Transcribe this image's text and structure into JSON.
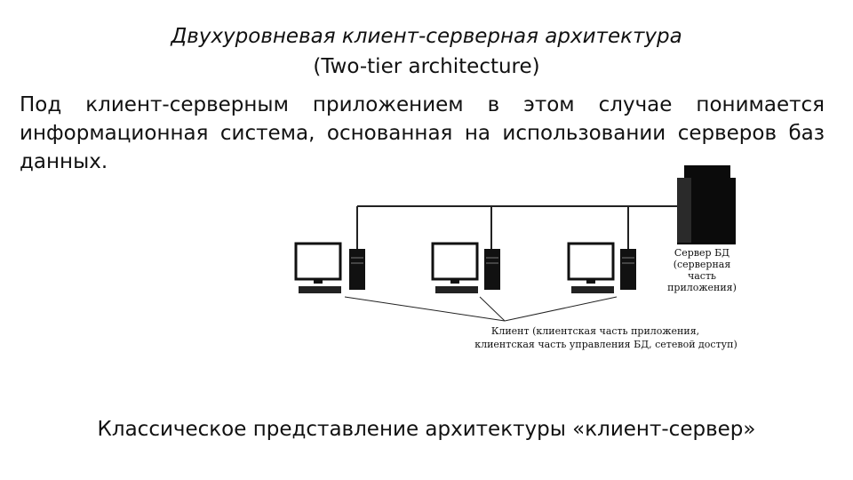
{
  "header": {
    "title": "Двухуровневая клиент-серверная архитектура",
    "subtitle": "(Two-tier architecture)"
  },
  "intro": {
    "text": "Под клиент-серверным приложением в этом случае понимается информационная система, основанная на использовании серверов баз данных."
  },
  "diagram": {
    "server_label": [
      "Сервер БД",
      "(серверная",
      "часть",
      "приложения)"
    ],
    "client_label": [
      "Клиент (клиентская часть приложения,",
      "клиентская часть управления БД, сетевой доступ)"
    ],
    "clients": 3
  },
  "caption": "Классическое представление архитектуры «клиент-сервер»"
}
